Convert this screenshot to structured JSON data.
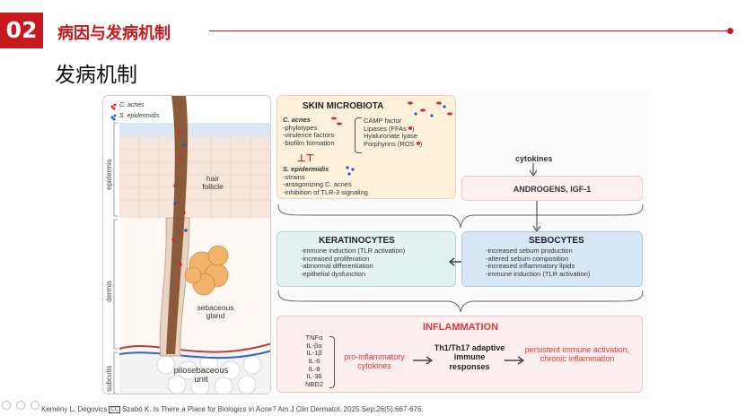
{
  "header": {
    "number": "02",
    "section_title": "病因与发病机制",
    "accent_color": "#c8191e"
  },
  "page_title": "发病机制",
  "figure": {
    "anatomy": {
      "legend": [
        {
          "label": "C. acnes",
          "color": "#d42a2a"
        },
        {
          "label": "S. epidermidis",
          "color": "#2a55c8"
        }
      ],
      "layers": [
        "epidermis",
        "dermis",
        "subcutis"
      ],
      "hair_follicle": "hair follicle",
      "sebaceous_gland": "sebaceous gland",
      "pilosebaceous_unit": "pilosebaceous unit"
    },
    "microbiota": {
      "title": "SKIN MICROBIOTA",
      "c_acnes_heading": "C. acnes",
      "c_acnes_items": [
        "-phylotypes",
        "-virulence factors",
        "-biofilm formation"
      ],
      "factors": [
        "CAMP factor",
        "Lipases (FFAs",
        "Hyaluronate lyase",
        "Porphyrins (ROS"
      ],
      "s_epi_heading": "S. epidermidis",
      "s_epi_items": [
        "-strains",
        "-antagonizing C. acnes",
        "-inhibition of TLR-3 signaling"
      ]
    },
    "cytokines_label": "cytokines",
    "androgens": "ANDROGENS, IGF-1",
    "keratinocytes": {
      "title": "KERATINOCYTES",
      "items": [
        "-immune induction (TLR activation)",
        "-increased proliferation",
        "-abnormal differentiation",
        "-epithelial dysfunction"
      ]
    },
    "sebocytes": {
      "title": "SEBOCYTES",
      "items": [
        "-increased sebum production",
        "-altered sebum composition",
        "-increased inflammatory lipids",
        "-immune induction (TLR activation)"
      ]
    },
    "inflammation": {
      "title": "INFLAMMATION",
      "cytokines": [
        "TNFα",
        "IL-βα",
        "IL-1β",
        "IL-6",
        "IL-8",
        "IL-36",
        "NBD2"
      ],
      "pro": "pro-inflammatory cytokines",
      "th": "Th1/Th17 adaptive immune responses",
      "persistent": "persistent immune activation, chronic inflammation"
    }
  },
  "citation": {
    "before": "Kemény L, Degovics",
    "cc": "CC",
    "after": "Szabó K. Is There a Place for Biologics in Acne? Am J Clin Dermatol. 2025 Sep;26(5):667-676."
  }
}
